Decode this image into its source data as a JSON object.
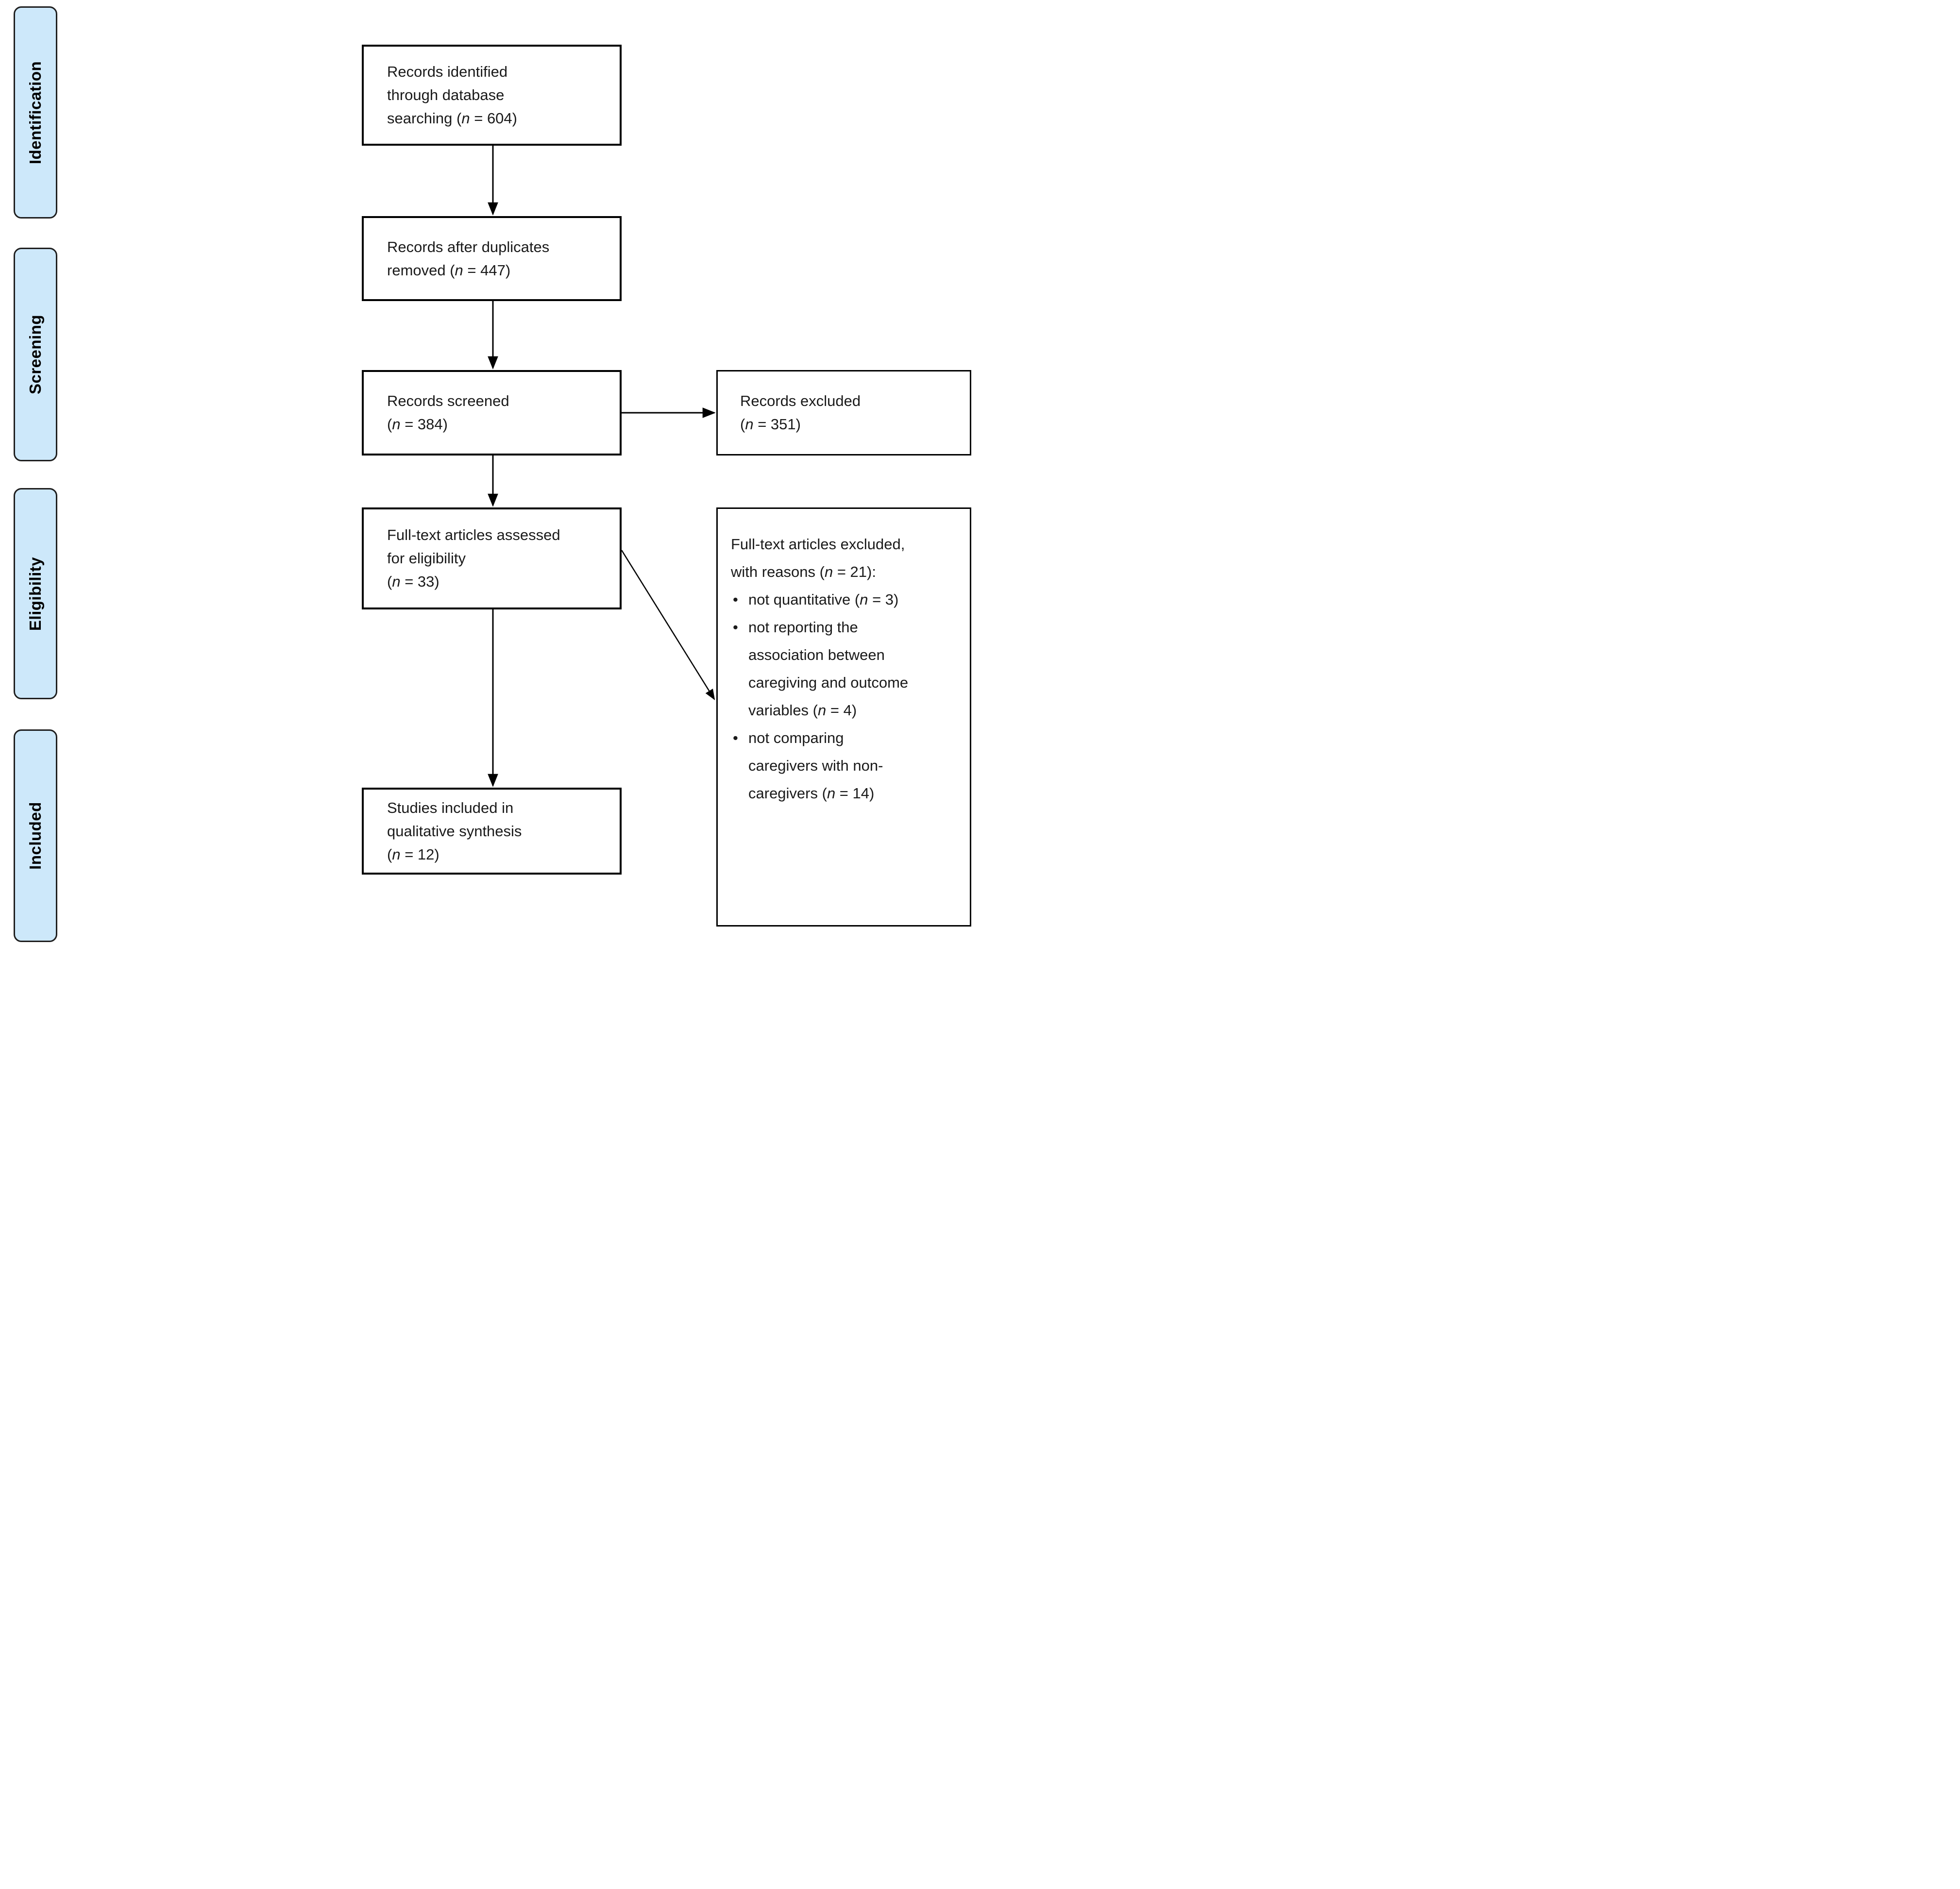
{
  "diagram_type": "prisma-flow-diagram",
  "colors": {
    "stage_fill": "#cde8fa",
    "stage_border": "#1f1f1f",
    "box_border": "#000000",
    "arrow": "#000000",
    "background": "#ffffff"
  },
  "stages": [
    {
      "label": "Identification"
    },
    {
      "label": "Screening"
    },
    {
      "label": "Eligibility"
    },
    {
      "label": "Included"
    }
  ],
  "flow_boxes": [
    {
      "id": "records-identified",
      "text": "Records identified\nthrough database\nsearching (n = 604)",
      "count": 604
    },
    {
      "id": "records-after-duplicates",
      "text": "Records after duplicates\nremoved (n = 447)",
      "count": 447
    },
    {
      "id": "records-screened",
      "text": "Records screened\n(n = 384)",
      "count": 384
    },
    {
      "id": "fulltext-assessed",
      "text": "Full-text articles assessed\nfor eligibility\n(n = 33)",
      "count": 33
    },
    {
      "id": "studies-included",
      "text": "Studies included in\nqualitative synthesis\n(n = 12)",
      "count": 12
    }
  ],
  "side_boxes": {
    "records_excluded": {
      "text": "Records excluded\n(n = 351)",
      "count": 351
    },
    "fulltext_excluded": {
      "title": "Full-text articles excluded,\nwith reasons (n = 21):",
      "count": 21,
      "bullet": "•",
      "reasons": [
        "not quantitative (n = 3)",
        "not reporting the\nassociation between\ncaregiving and outcome\nvariables (n = 4)",
        "not comparing\ncaregivers with non-\ncaregivers (n = 14)"
      ],
      "reason_counts": [
        3,
        4,
        14
      ]
    }
  }
}
